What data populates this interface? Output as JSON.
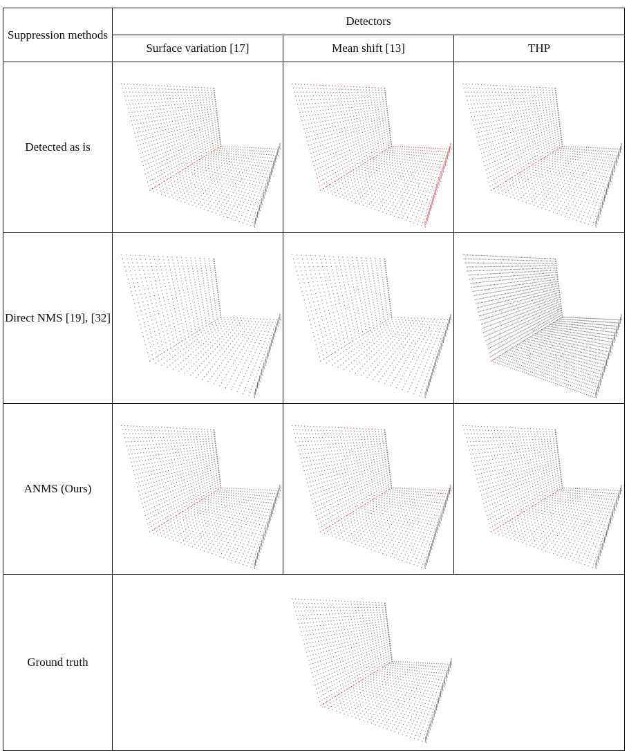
{
  "table": {
    "header_corner": "Suppression methods",
    "header_group": "Detectors",
    "detectors": [
      {
        "label": "Surface variation [17]"
      },
      {
        "label": "Mean shift [13]"
      },
      {
        "label": "THP"
      }
    ],
    "rows": [
      {
        "label": "Detected as is"
      },
      {
        "label": "Direct NMS [19], [32]"
      },
      {
        "label": "ANMS (Ours)"
      },
      {
        "label": "Ground truth"
      }
    ]
  },
  "visual": {
    "point_color": "#7a7a7a",
    "highlight_color": "#e8332f",
    "cells": [
      [
        {
          "row": 0,
          "col": 0,
          "highlight": [
            "crease"
          ],
          "density": "medium"
        },
        {
          "row": 0,
          "col": 1,
          "highlight": [
            "crease",
            "top",
            "left",
            "right"
          ],
          "density": "medium"
        },
        {
          "row": 0,
          "col": 2,
          "highlight": [
            "crease"
          ],
          "density": "medium"
        }
      ],
      [
        {
          "row": 1,
          "col": 0,
          "highlight": [
            "corner"
          ],
          "density": "sparse"
        },
        {
          "row": 1,
          "col": 1,
          "highlight": [
            "topstub",
            "rightstub"
          ],
          "density": "sparse"
        },
        {
          "row": 1,
          "col": 2,
          "highlight": [
            "corner"
          ],
          "density": "dense"
        }
      ],
      [
        {
          "row": 2,
          "col": 0,
          "highlight": [
            "crease"
          ],
          "density": "medium"
        },
        {
          "row": 2,
          "col": 1,
          "highlight": [
            "crease",
            "topstub",
            "rightstub",
            "leftstub"
          ],
          "density": "medium"
        },
        {
          "row": 2,
          "col": 2,
          "highlight": [
            "crease"
          ],
          "density": "medium"
        }
      ]
    ],
    "ground_truth": {
      "highlight": [
        "crease"
      ],
      "density": "medium"
    }
  }
}
